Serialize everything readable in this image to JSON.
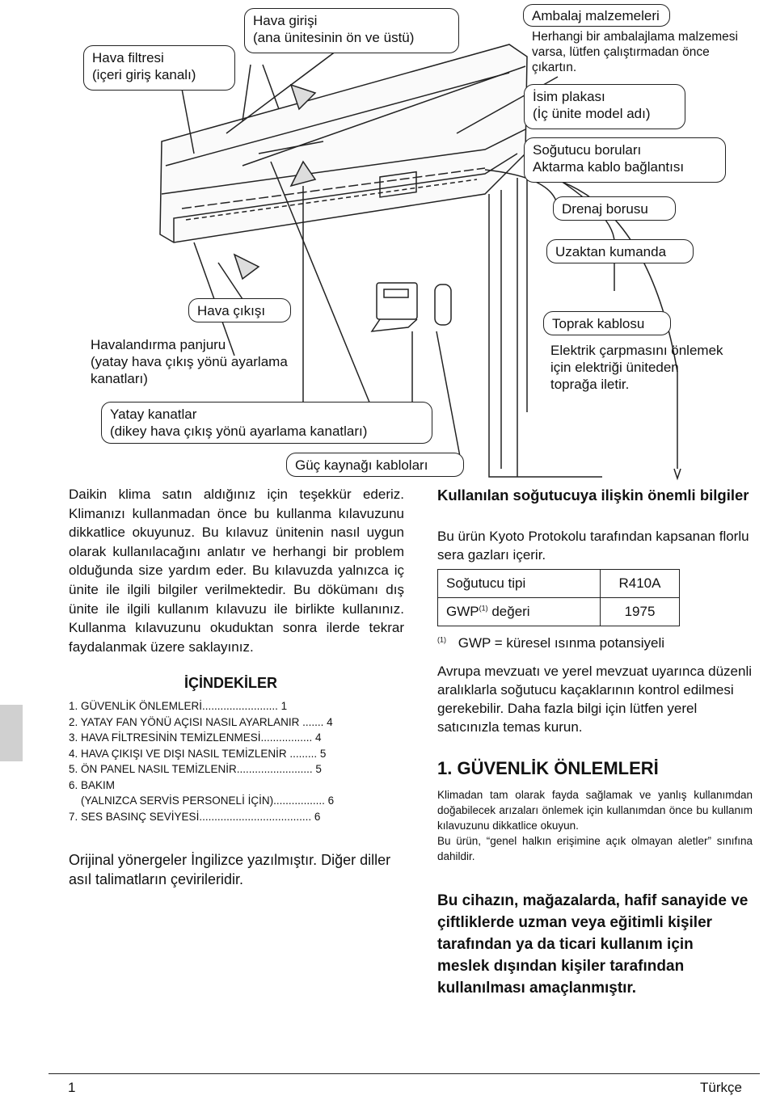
{
  "callouts": {
    "hava_filtresi": [
      "Hava filtresi",
      "(içeri giriş kanalı)"
    ],
    "hava_girisi": [
      "Hava girişi",
      "(ana ünitesinin ön ve üstü)"
    ],
    "ambalaj_title": "Ambalaj malzemeleri",
    "ambalaj_note": [
      "Herhangi bir ambalajlama malzemesi",
      "varsa, lütfen çalıştırmadan önce",
      "çıkartın."
    ],
    "isim_plakasi": [
      "İsim plakası",
      "(İç ünite model adı)"
    ],
    "sogutucu": [
      "Soğutucu boruları",
      "Aktarma kablo bağlantısı"
    ],
    "drenaj": "Drenaj borusu",
    "uzaktan": "Uzaktan kumanda",
    "hava_cikisi": "Hava çıkışı",
    "havalandirma": [
      "Havalandırma panjuru",
      "(yatay hava çıkış yönü ayarlama",
      "kanatları)"
    ],
    "toprak_title": "Toprak kablosu",
    "toprak_note": [
      "Elektrik çarpmasını önlemek",
      "için elektriği üniteden",
      "toprağa iletir."
    ],
    "yatay": [
      "Yatay kanatlar",
      "(dikey hava çıkış yönü ayarlama kanatları)"
    ],
    "guc": "Güç kaynağı kabloları"
  },
  "intro": {
    "paragraph": "Daikin klima satın aldığınız için teşekkür ederiz. Klimanızı kullanmadan önce bu kullanma kılavuzunu dikkatlice okuyunuz. Bu kılavuz ünitenin nasıl uygun olarak kullanılacağını anlatır ve herhangi bir problem olduğunda size yardım eder. Bu kılavuzda yalnızca iç ünite ile ilgili bilgiler verilmektedir. Bu dökümanı dış ünite ile ilgili kullanım kılavuzu ile birlikte kullanınız. Kullanma kılavuzunu okuduktan sonra ilerde tekrar faydalanmak üzere saklayınız."
  },
  "toc": {
    "title": "İÇİNDEKİLER",
    "items": [
      "1. GÜVENLİK ÖNLEMLERİ......................... 1",
      "2. YATAY FAN YÖNÜ AÇISI NASIL AYARLANIR ....... 4",
      "3. HAVA FİLTRESİNİN TEMİZLENMESİ................. 4",
      "4. HAVA ÇIKIŞI VE DIŞI NASIL TEMİZLENİR ......... 5",
      "5. ÖN PANEL NASIL TEMİZLENİR......................... 5",
      "6. BAKIM",
      "    (YALNIZCA SERVİS PERSONELİ İÇİN)................. 6",
      "7. SES BASINÇ SEVİYESİ..................................... 6"
    ]
  },
  "original_note": "Orijinal yönergeler İngilizce yazılmıştır. Diğer diller asıl talimatların çevirileridir.",
  "refrigerant": {
    "title": "Kullanılan soğutucuya ilişkin önemli bilgiler",
    "text": "Bu ürün Kyoto Protokolu tarafından kapsanan florlu sera gazları içerir.",
    "table": [
      {
        "label": "Soğutucu tipi",
        "value": "R410A"
      },
      {
        "label": "GWP",
        "sup": "(1)",
        "label2": " değeri",
        "value": "1975"
      }
    ],
    "footnote_mark": "(1)",
    "footnote": "GWP = küresel ısınma potansiyeli",
    "eu_text": "Avrupa mevzuatı ve yerel mevzuat uyarınca düzenli aralıklarla soğutucu kaçaklarının kontrol edilmesi gerekebilir. Daha fazla bilgi için lütfen yerel satıcınızla temas kurun."
  },
  "safety": {
    "heading": "1. GÜVENLİK ÖNLEMLERİ",
    "p1": "Klimadan tam olarak fayda sağlamak ve yanlış kullanımdan doğabilecek arızaları önlemek için kullanımdan önce bu kullanım kılavuzunu dikkatlice okuyun.",
    "p2": "Bu ürün, “genel halkın erişimine açık olmayan aletler” sınıfına dahildir.",
    "bold_notice": "Bu cihazın, mağazalarda, hafif sanayide ve çiftliklerde uzman veya eğitimli kişiler tarafından ya da ticari kullanım için meslek dışından kişiler tarafından kullanılması amaçlanmıştır."
  },
  "footer": {
    "page": "1",
    "language": "Türkçe"
  }
}
